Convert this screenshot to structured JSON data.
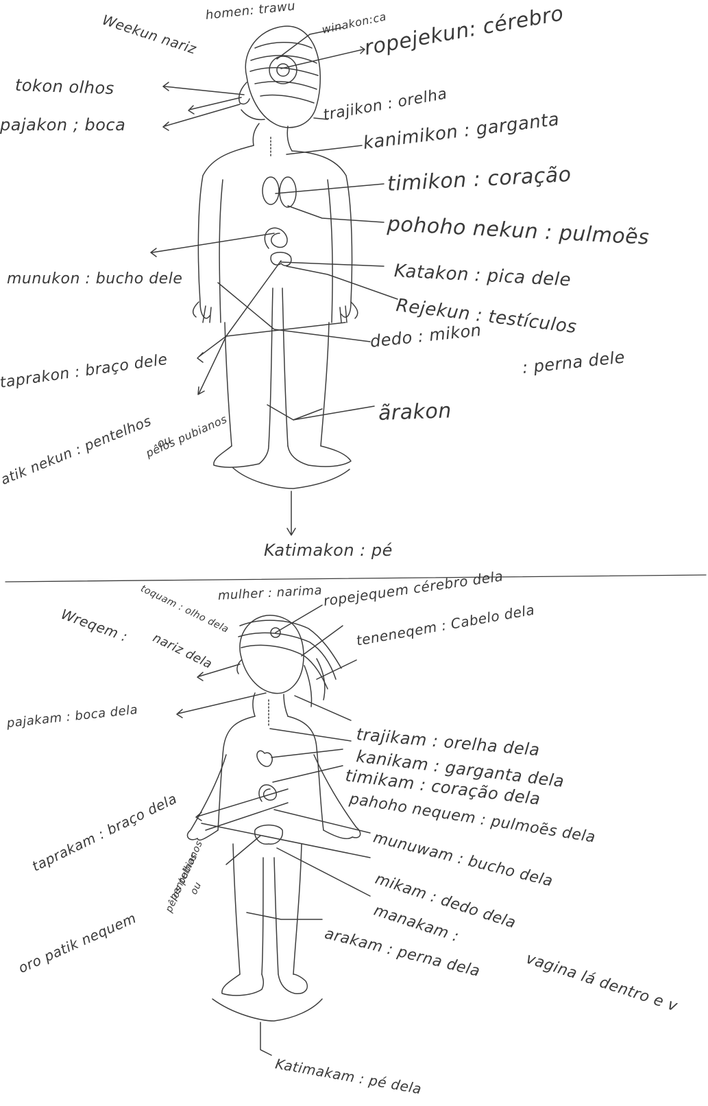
{
  "colors": {
    "ink": "#3a3a3a",
    "paper": "#ffffff"
  },
  "man": {
    "title": "homen: trawu",
    "labels": {
      "weekun": "Weekun nariz",
      "winakon": "winakon:ca",
      "ropejekun": "ropejekun: cérebro",
      "tokon": "tokon olhos",
      "trajikon": "trajikon : orelha",
      "pajakon": "pajakon ; boca",
      "kanimikon": "kanimikon : garganta",
      "timikon": "timikon : coração",
      "pohoho": "pohoho nekun : pulmoẽs",
      "munukon": "munukon : bucho dele",
      "katakon": "Katakon : pica dele",
      "rejekun": "Rejekun : testículos",
      "dedo": "dedo : mikon",
      "perna": ": perna dele",
      "taprakon": "taprakon : braço dele",
      "arakon": "ãrakon",
      "patik": "atik nekun : pentelhos",
      "patik_2": "ou",
      "patik_3": "pêlos pubianos",
      "katimakon": "Katimakon : pé"
    }
  },
  "woman": {
    "title": "mulher : narima",
    "labels": {
      "toquam": "toquam : olho dela",
      "ropejequem": "ropejequem cérebro dela",
      "wreqem": "Wreqem :",
      "nariz": "nariz dela",
      "teneneqem": "teneneqem : Cabelo dela",
      "pajakam": "pajakam : boca dela",
      "trajikam": "trajikam : orelha dela",
      "kanikam": "kanikam : garganta dela",
      "timikam": "timikam : coração dela",
      "pahoho": "pahoho nequem : pulmoẽs dela",
      "munuwam": "munuwam : bucho dela",
      "taprakam": "taprakam : braço dela",
      "mikam": "mikam : dedo dela",
      "manakam": "manakam :",
      "vagina": "vagina lá dentro e v",
      "patik": "oro patik nequem",
      "patik_2": "pentelhos",
      "patik_3": "ou",
      "patik_4": "pêlos pubianos",
      "arakam": "arakam : perna dela",
      "katimakam": "Katimakam : pé dela"
    }
  }
}
